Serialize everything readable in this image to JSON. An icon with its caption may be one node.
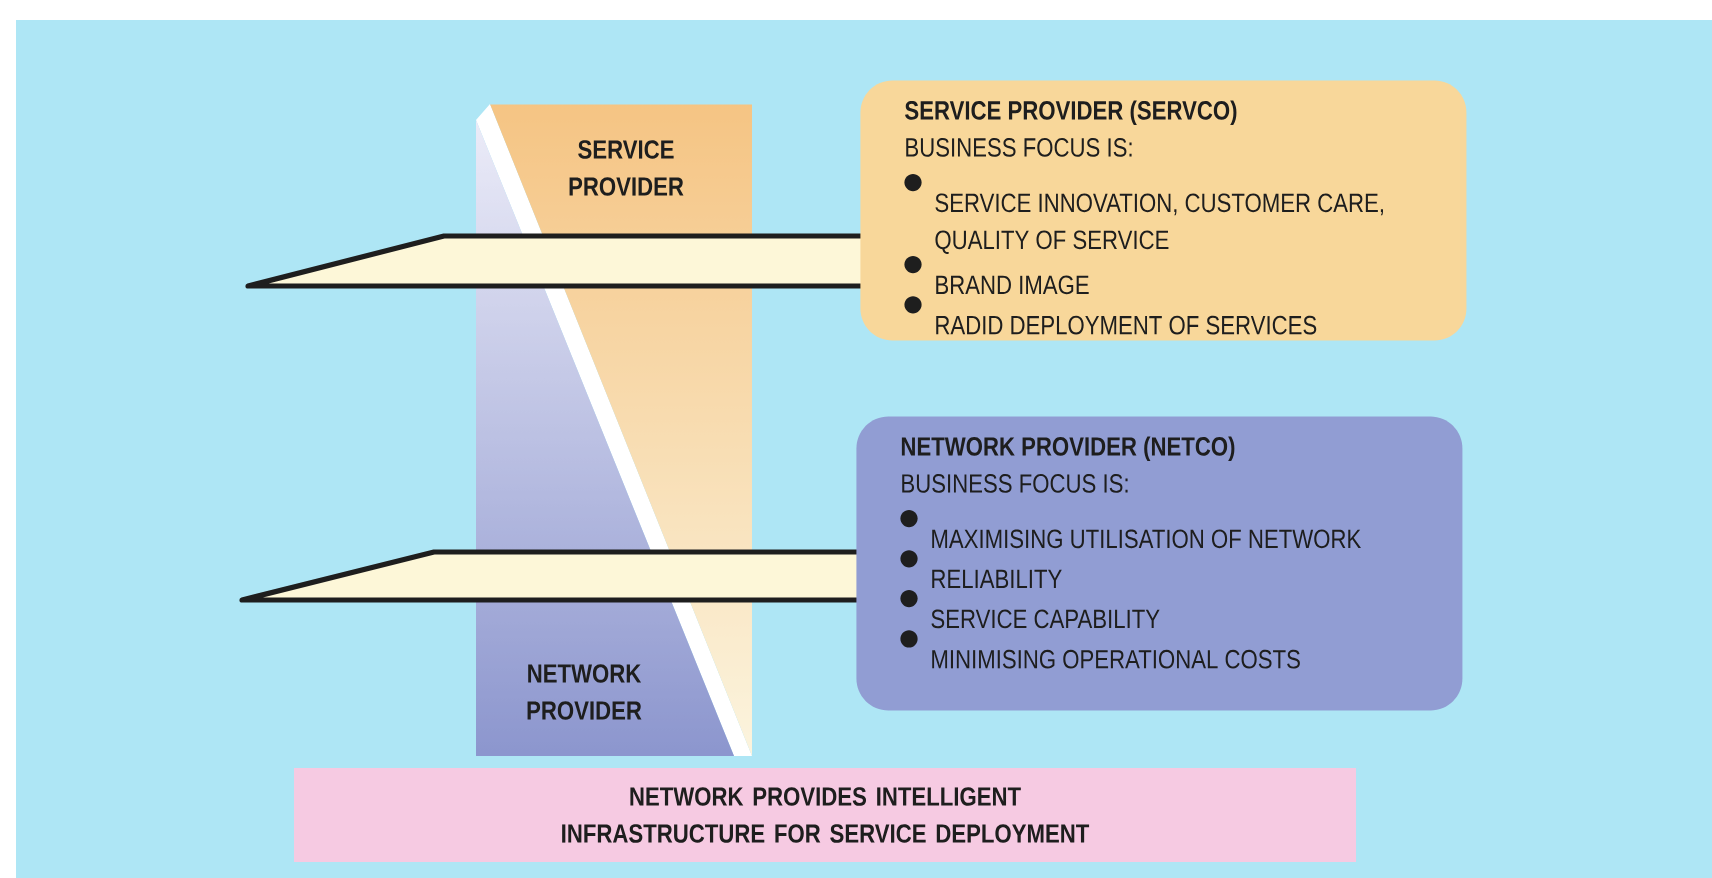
{
  "diagram": {
    "nodes": [
      {
        "text": [
          "SERVICE PROVIDER"
        ]
      },
      {
        "text": [
          "NETWORK PROVIDER"
        ]
      },
      {
        "text": [
          "SERVICE PROVIDER (SERVCO)",
          "BUSINESS FOCUS IS:",
          "SERVICE INNOVATION, CUSTOMER CARE, QUALITY OF SERVICE",
          "BRAND IMAGE",
          "RADID DEPLOYMENT OF SERVICES"
        ]
      },
      {
        "text": [
          "NETWORK PROVIDER (NETCO)",
          "BUSINESS FOCUS IS:",
          "MAXIMISING UTILISATION OF NETWORK",
          "RELIABILITY",
          "SERVICE CAPABILITY",
          "MINIMISING OPERATIONAL COSTS"
        ]
      },
      {
        "text": [
          "NETWORK PROVIDES INTELLIGENT INFRASTRUCTURE FOR SERVICE DEPLOYMENT"
        ]
      }
    ]
  }
}
